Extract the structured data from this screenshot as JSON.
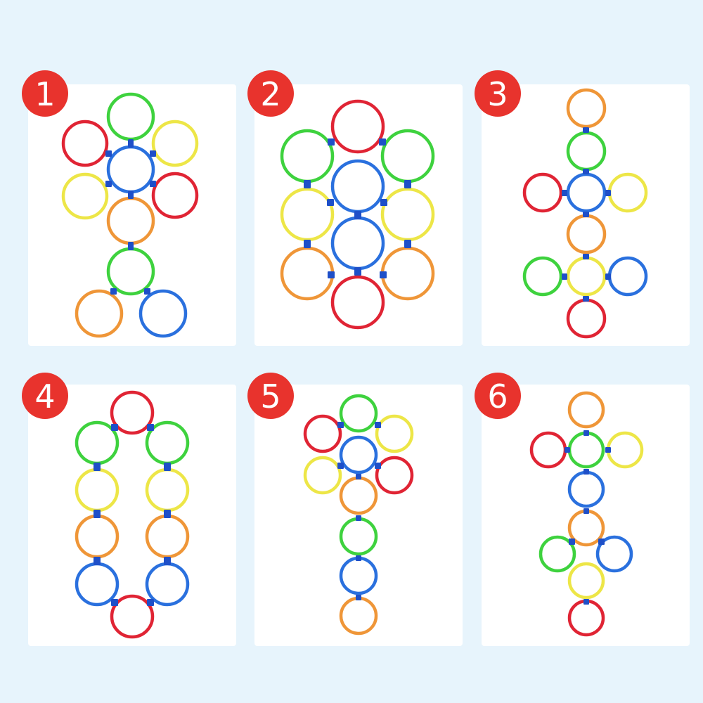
{
  "colors": {
    "background": "#e7f4fc",
    "card": "#ffffff",
    "badge": "#e8332d",
    "connector": "#1e4fc8",
    "red": "#e02434",
    "green": "#3ed23e",
    "yellow": "#ede647",
    "orange": "#ef9638",
    "blue": "#2a70de"
  },
  "panels": [
    {
      "number": "1",
      "rings": [
        {
          "color": "green",
          "shape": "flower-top"
        },
        {
          "color": "red",
          "shape": "flower-upper-left"
        },
        {
          "color": "yellow",
          "shape": "flower-upper-right"
        },
        {
          "color": "blue",
          "shape": "flower-center"
        },
        {
          "color": "yellow",
          "shape": "flower-lower-left"
        },
        {
          "color": "red",
          "shape": "flower-lower-right"
        },
        {
          "color": "orange",
          "shape": "stem-1"
        },
        {
          "color": "green",
          "shape": "stem-2"
        },
        {
          "color": "orange",
          "shape": "foot-left"
        },
        {
          "color": "blue",
          "shape": "foot-right"
        }
      ]
    },
    {
      "number": "2",
      "rings": [
        {
          "color": "red",
          "shape": "top"
        },
        {
          "color": "green",
          "shape": "left-1"
        },
        {
          "color": "green",
          "shape": "right-1"
        },
        {
          "color": "blue",
          "shape": "center-1"
        },
        {
          "color": "yellow",
          "shape": "left-2"
        },
        {
          "color": "yellow",
          "shape": "right-2"
        },
        {
          "color": "blue",
          "shape": "center-2"
        },
        {
          "color": "orange",
          "shape": "left-3"
        },
        {
          "color": "orange",
          "shape": "right-3"
        },
        {
          "color": "red",
          "shape": "bottom"
        }
      ]
    },
    {
      "number": "3",
      "rings": [
        {
          "color": "orange",
          "shape": "column-1"
        },
        {
          "color": "green",
          "shape": "column-2"
        },
        {
          "color": "blue",
          "shape": "column-3"
        },
        {
          "color": "red",
          "shape": "arm-left-1"
        },
        {
          "color": "yellow",
          "shape": "arm-right-1"
        },
        {
          "color": "orange",
          "shape": "column-4"
        },
        {
          "color": "yellow",
          "shape": "column-5"
        },
        {
          "color": "green",
          "shape": "arm-left-2"
        },
        {
          "color": "blue",
          "shape": "arm-right-2"
        },
        {
          "color": "red",
          "shape": "column-6"
        }
      ]
    },
    {
      "number": "4",
      "rings": [
        {
          "color": "red",
          "shape": "top"
        },
        {
          "color": "green",
          "shape": "left-1"
        },
        {
          "color": "green",
          "shape": "right-1"
        },
        {
          "color": "yellow",
          "shape": "left-2"
        },
        {
          "color": "yellow",
          "shape": "right-2"
        },
        {
          "color": "orange",
          "shape": "left-3"
        },
        {
          "color": "orange",
          "shape": "right-3"
        },
        {
          "color": "blue",
          "shape": "left-4"
        },
        {
          "color": "blue",
          "shape": "right-4"
        },
        {
          "color": "red",
          "shape": "bottom"
        }
      ]
    },
    {
      "number": "5",
      "rings": [
        {
          "color": "green",
          "shape": "flower-top"
        },
        {
          "color": "red",
          "shape": "flower-upper-left"
        },
        {
          "color": "yellow",
          "shape": "flower-upper-right"
        },
        {
          "color": "blue",
          "shape": "flower-center"
        },
        {
          "color": "yellow",
          "shape": "flower-lower-left"
        },
        {
          "color": "red",
          "shape": "flower-lower-right"
        },
        {
          "color": "orange",
          "shape": "stem-1"
        },
        {
          "color": "green",
          "shape": "stem-2"
        },
        {
          "color": "blue",
          "shape": "stem-3"
        },
        {
          "color": "orange",
          "shape": "stem-4"
        }
      ]
    },
    {
      "number": "6",
      "rings": [
        {
          "color": "orange",
          "shape": "column-1"
        },
        {
          "color": "red",
          "shape": "arm-left-1"
        },
        {
          "color": "green",
          "shape": "column-2"
        },
        {
          "color": "yellow",
          "shape": "arm-right-1"
        },
        {
          "color": "blue",
          "shape": "column-3"
        },
        {
          "color": "orange",
          "shape": "column-4"
        },
        {
          "color": "green",
          "shape": "arm-left-2"
        },
        {
          "color": "blue",
          "shape": "arm-right-2"
        },
        {
          "color": "yellow",
          "shape": "column-5"
        },
        {
          "color": "red",
          "shape": "column-6"
        }
      ]
    }
  ]
}
